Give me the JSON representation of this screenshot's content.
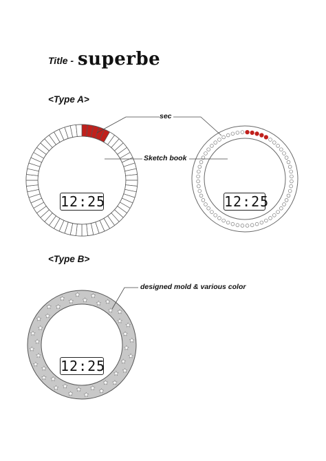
{
  "title": {
    "label": "Title -",
    "name": "superbe"
  },
  "sections": {
    "type_a": "<Type A>",
    "type_b": "<Type B>"
  },
  "annotations": {
    "sec": "sec",
    "sketch_book": "Sketch book",
    "mold": "designed mold & various color"
  },
  "watches": {
    "a1": {
      "time": "12:25",
      "segments": 60,
      "highlighted_segments": 5,
      "highlight_color": "#c0201c"
    },
    "a2": {
      "time": "12:25",
      "dots": 60,
      "highlighted_dots": 5,
      "dot_color": "#c0201c"
    },
    "b": {
      "time": "12:25",
      "ring_color": "#c8c8c8",
      "stars": 40
    }
  }
}
